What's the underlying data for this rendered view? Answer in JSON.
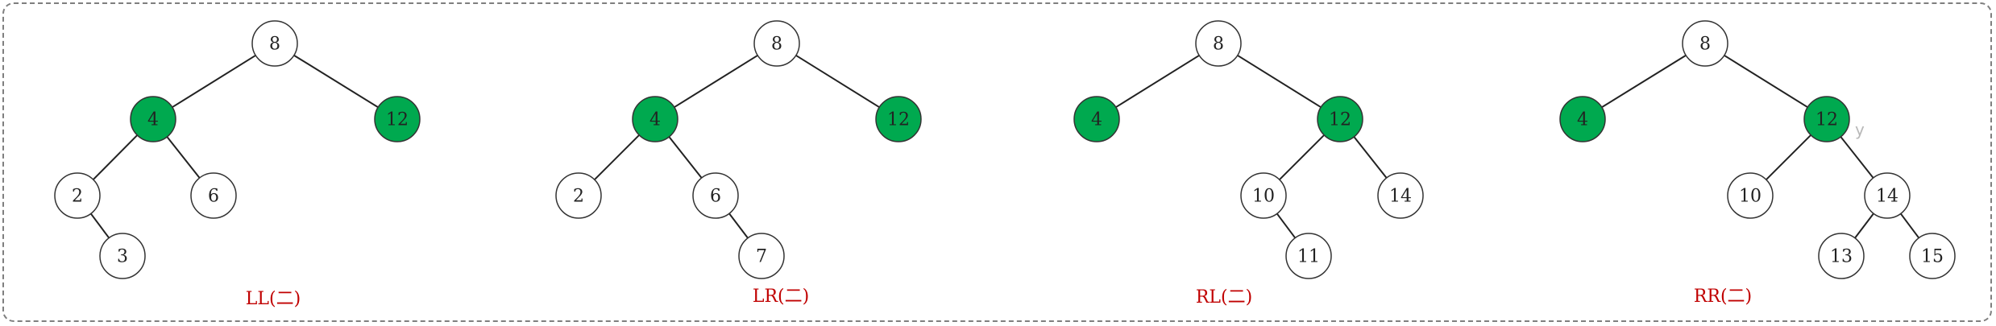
{
  "colors": {
    "highlight_fill": "#00a94f",
    "plain_fill": "#ffffff",
    "node_stroke": "#333333",
    "edge": "#222222",
    "caption": "#c00000"
  },
  "diagrams": [
    {
      "caption": "LL(二)",
      "nodes": [
        {
          "id": "n8",
          "label": "8",
          "highlight": false
        },
        {
          "id": "n4",
          "label": "4",
          "highlight": true
        },
        {
          "id": "n12",
          "label": "12",
          "highlight": true
        },
        {
          "id": "n2",
          "label": "2",
          "highlight": false
        },
        {
          "id": "n6",
          "label": "6",
          "highlight": false
        },
        {
          "id": "n3",
          "label": "3",
          "highlight": false
        }
      ],
      "edges": [
        [
          "n8",
          "n4"
        ],
        [
          "n8",
          "n12"
        ],
        [
          "n4",
          "n2"
        ],
        [
          "n4",
          "n6"
        ],
        [
          "n2",
          "n3"
        ]
      ]
    },
    {
      "caption": "LR(二)",
      "nodes": [
        {
          "id": "n8",
          "label": "8",
          "highlight": false
        },
        {
          "id": "n4",
          "label": "4",
          "highlight": true
        },
        {
          "id": "n12",
          "label": "12",
          "highlight": true
        },
        {
          "id": "n2",
          "label": "2",
          "highlight": false
        },
        {
          "id": "n6",
          "label": "6",
          "highlight": false
        },
        {
          "id": "n7",
          "label": "7",
          "highlight": false
        }
      ],
      "edges": [
        [
          "n8",
          "n4"
        ],
        [
          "n8",
          "n12"
        ],
        [
          "n4",
          "n2"
        ],
        [
          "n4",
          "n6"
        ],
        [
          "n6",
          "n7"
        ]
      ]
    },
    {
      "caption": "RL(二)",
      "nodes": [
        {
          "id": "n8",
          "label": "8",
          "highlight": false
        },
        {
          "id": "n4",
          "label": "4",
          "highlight": true
        },
        {
          "id": "n12",
          "label": "12",
          "highlight": true
        },
        {
          "id": "n10",
          "label": "10",
          "highlight": false
        },
        {
          "id": "n14",
          "label": "14",
          "highlight": false
        },
        {
          "id": "n11",
          "label": "11",
          "highlight": false
        }
      ],
      "edges": [
        [
          "n8",
          "n4"
        ],
        [
          "n8",
          "n12"
        ],
        [
          "n12",
          "n10"
        ],
        [
          "n12",
          "n14"
        ],
        [
          "n10",
          "n11"
        ]
      ]
    },
    {
      "caption": "RR(二)",
      "stray_text": "y",
      "nodes": [
        {
          "id": "n8",
          "label": "8",
          "highlight": false
        },
        {
          "id": "n4",
          "label": "4",
          "highlight": true
        },
        {
          "id": "n12",
          "label": "12",
          "highlight": true
        },
        {
          "id": "n10",
          "label": "10",
          "highlight": false
        },
        {
          "id": "n14",
          "label": "14",
          "highlight": false
        },
        {
          "id": "n13",
          "label": "13",
          "highlight": false
        },
        {
          "id": "n15",
          "label": "15",
          "highlight": false
        }
      ],
      "edges": [
        [
          "n8",
          "n4"
        ],
        [
          "n8",
          "n12"
        ],
        [
          "n12",
          "n10"
        ],
        [
          "n12",
          "n14"
        ],
        [
          "n14",
          "n13"
        ],
        [
          "n14",
          "n15"
        ]
      ]
    }
  ]
}
